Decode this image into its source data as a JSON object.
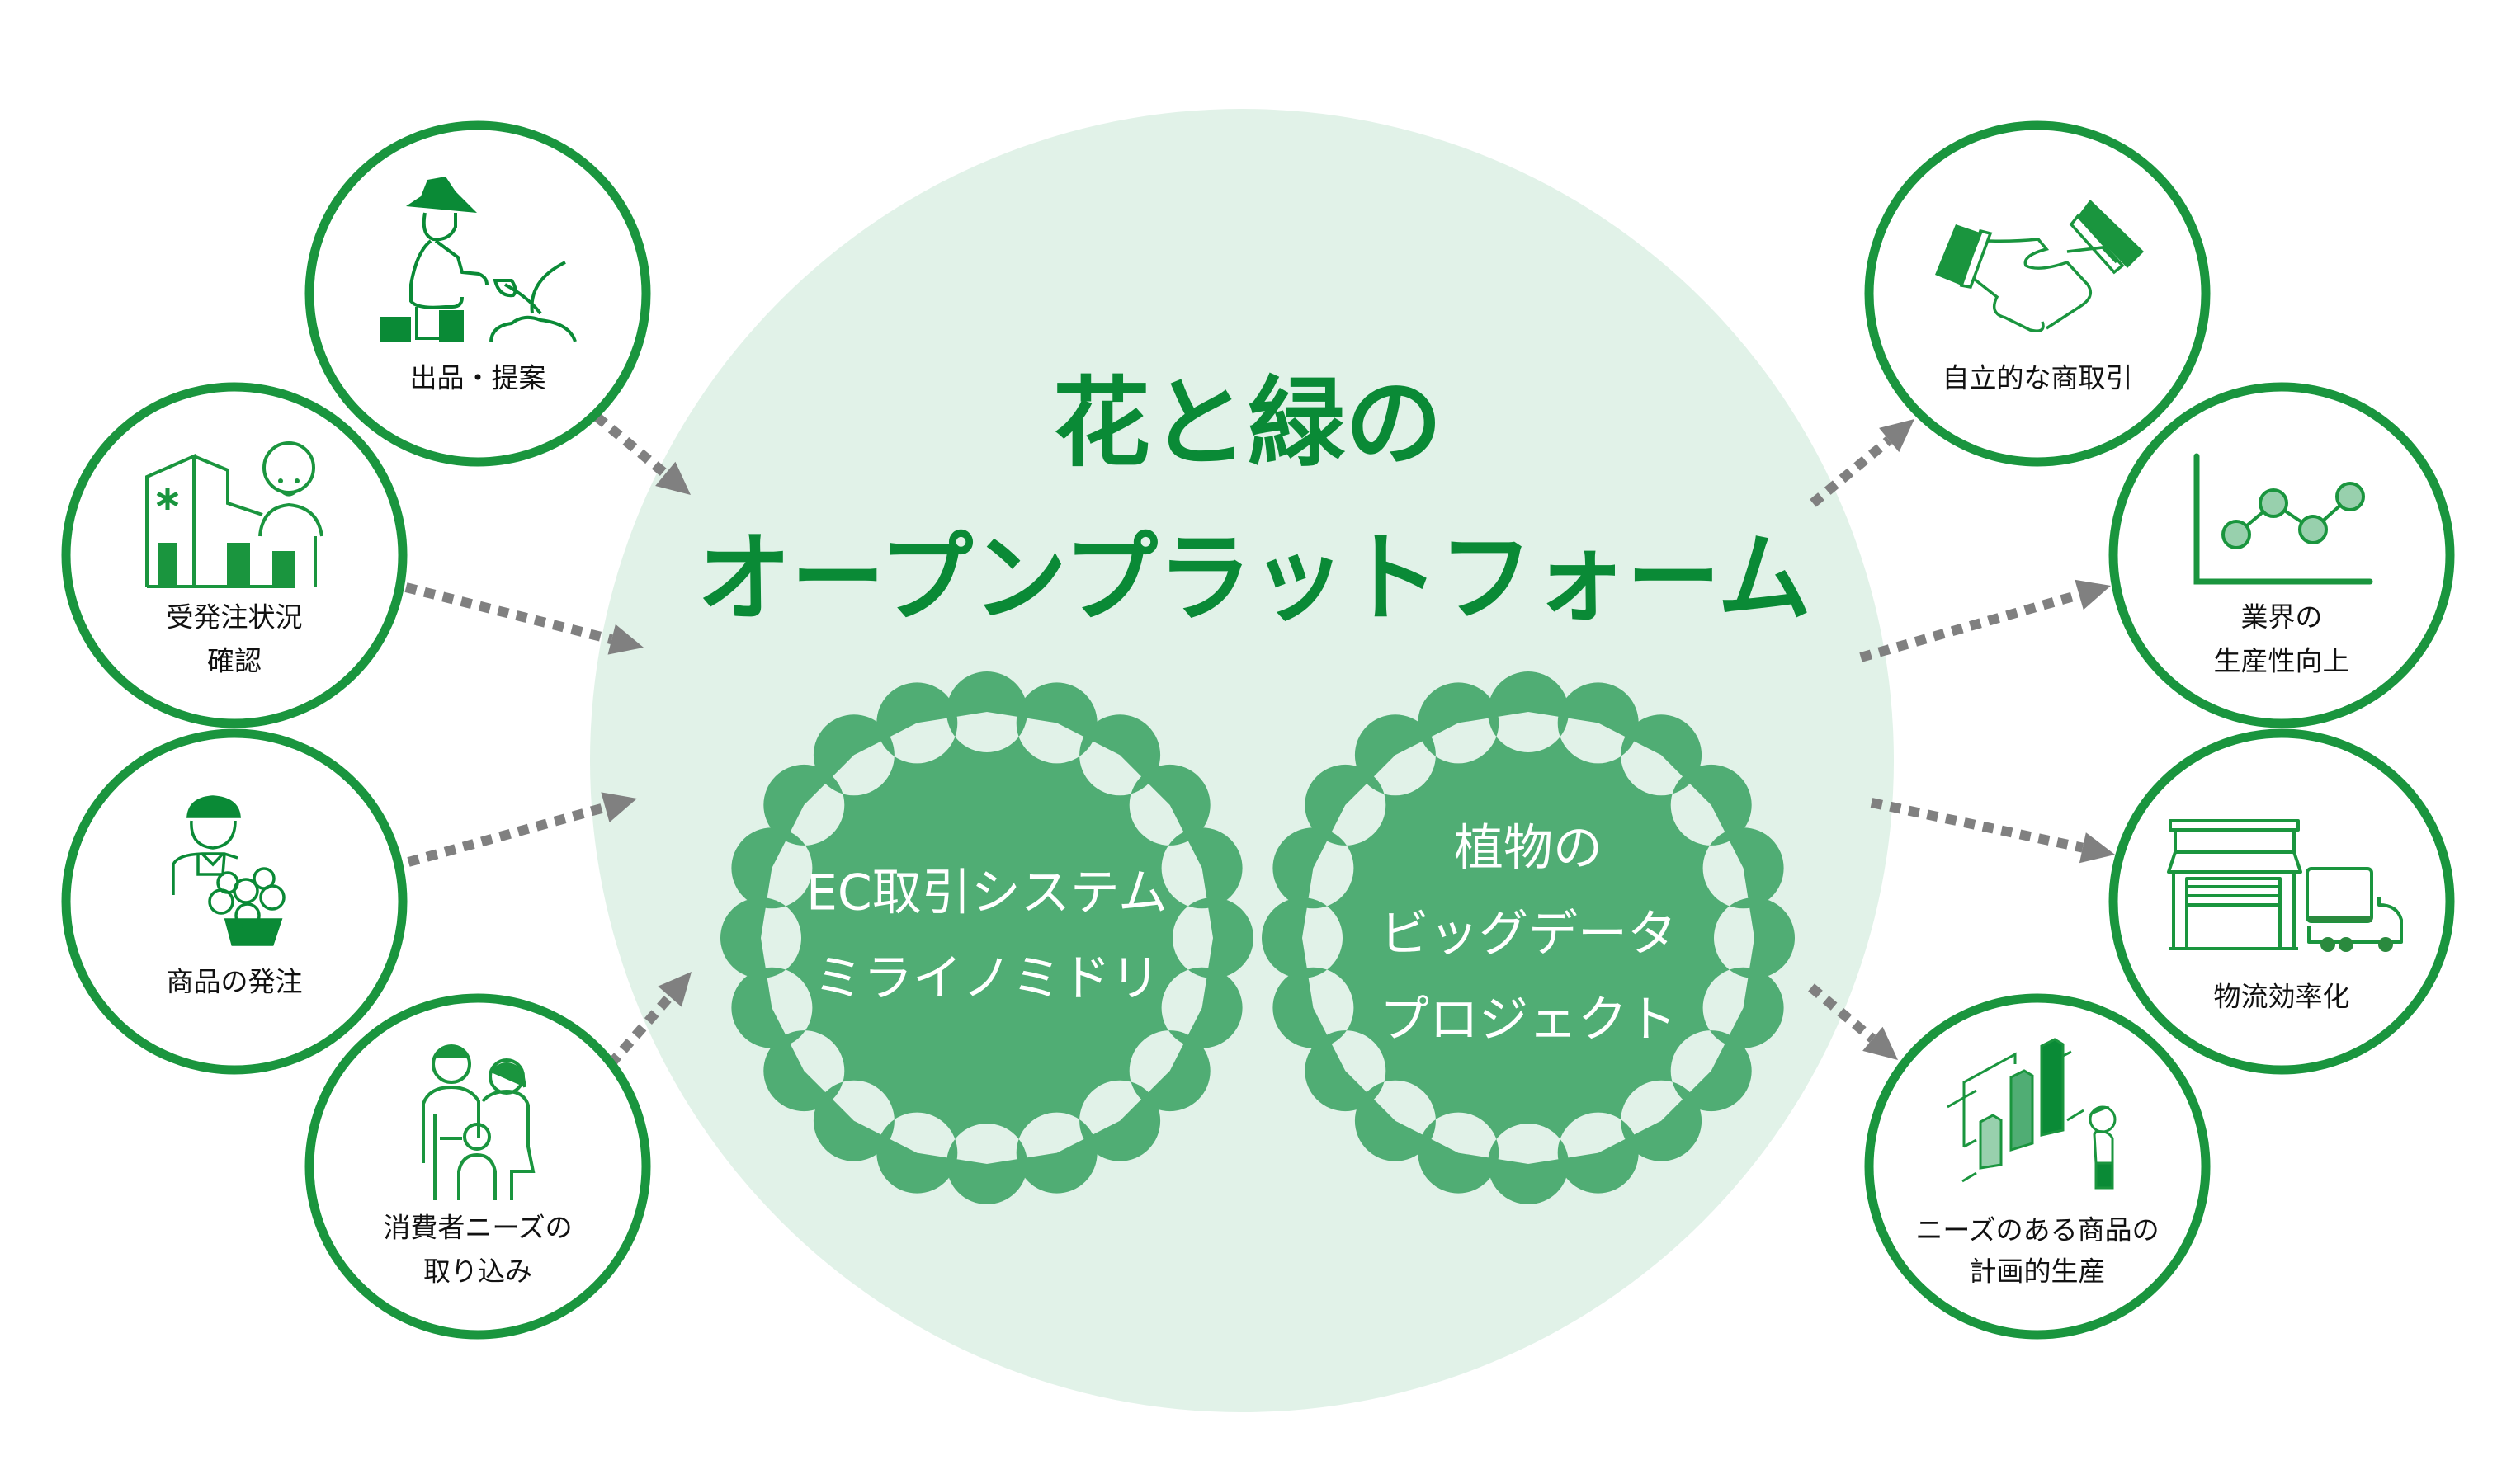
{
  "title": {
    "line1": "花と緑の",
    "line2": "オープンプラットフォーム"
  },
  "colors": {
    "primary_green": "#1a953e",
    "title_green": "#0a8a36",
    "platform_bg": "#e1f2e8",
    "flower_green": "#50ad74",
    "light_green": "#98d0ad",
    "arrow_gray": "#808080"
  },
  "core_systems": [
    {
      "id": "ec",
      "lines": [
        "EC取引システム",
        "ミライノミドリ"
      ]
    },
    {
      "id": "bigdata",
      "lines": [
        "植物の",
        "ビッグデータ",
        "プロジェクト"
      ]
    }
  ],
  "inputs": [
    {
      "id": "listing",
      "icon": "farmer-icon",
      "lines": [
        "出品・提案"
      ]
    },
    {
      "id": "order-status",
      "icon": "shop-staff-icon",
      "lines": [
        "受発注状況",
        "確認"
      ]
    },
    {
      "id": "ordering",
      "icon": "florist-icon",
      "lines": [
        "商品の発注"
      ]
    },
    {
      "id": "consumer-needs",
      "icon": "family-icon",
      "lines": [
        "消費者ニーズの",
        "取り込み"
      ]
    }
  ],
  "outputs": [
    {
      "id": "trade",
      "icon": "handshake-icon",
      "lines": [
        "自立的な商取引"
      ]
    },
    {
      "id": "productivity",
      "icon": "line-chart-icon",
      "lines": [
        "業界の",
        "生産性向上"
      ]
    },
    {
      "id": "logistics",
      "icon": "warehouse-truck-icon",
      "lines": [
        "物流効率化"
      ]
    },
    {
      "id": "planned-production",
      "icon": "bar-chart-person-icon",
      "lines": [
        "ニーズのある商品の",
        "計画的生産"
      ]
    }
  ]
}
